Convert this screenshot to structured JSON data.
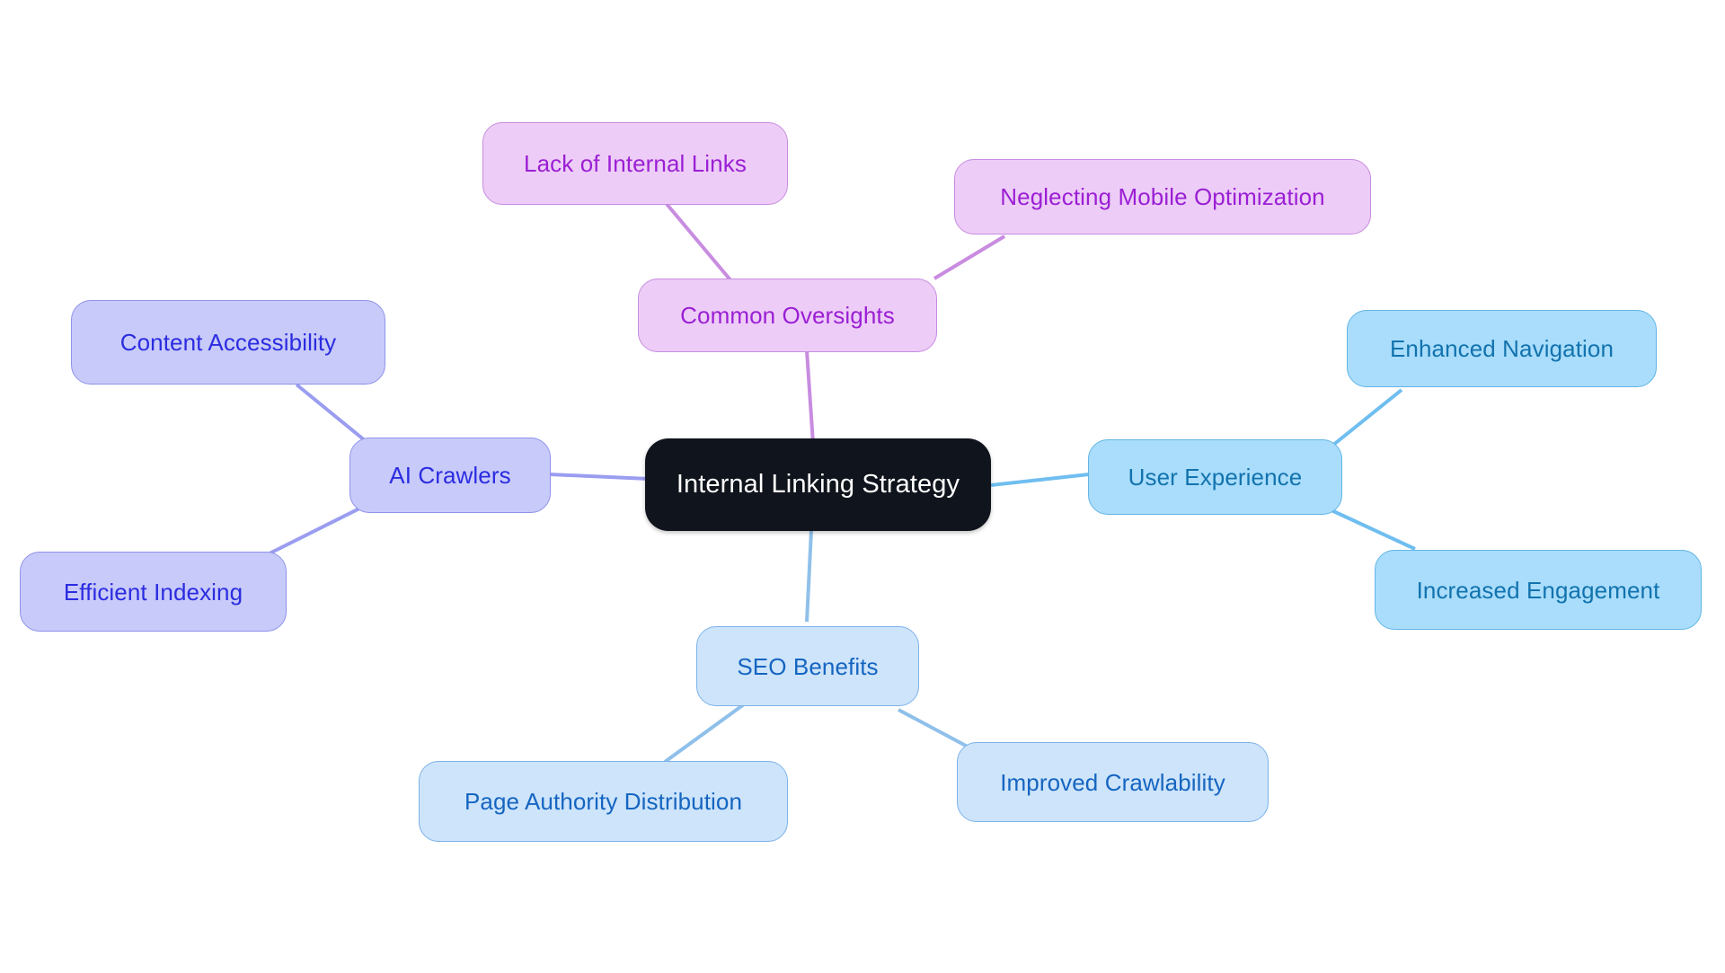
{
  "diagram": {
    "type": "mind-map",
    "title": "Internal Linking Strategy",
    "background": "#ffffff"
  },
  "palette": {
    "root_fill": "#10141c",
    "root_text": "#ffffff",
    "oversights_fill": "#edcdf7",
    "oversights_border": "#c88ce0",
    "oversights_text": "#9b1fd4",
    "crawlers_fill": "#c8caf9",
    "crawlers_border": "#8f93e8",
    "crawlers_text": "#2b2ce0",
    "ux_fill": "#a9ddfb",
    "ux_border": "#62b5e5",
    "ux_text": "#1273ae",
    "seo_fill": "#cde4fb",
    "seo_border": "#7db2e8",
    "seo_text": "#1565c0"
  },
  "nodes": {
    "root": {
      "label": "Internal Linking Strategy"
    },
    "oversights": {
      "label": "Common Oversights"
    },
    "oversights_children": [
      {
        "label": "Lack of Internal Links"
      },
      {
        "label": "Neglecting Mobile Optimization"
      }
    ],
    "crawlers": {
      "label": "AI Crawlers"
    },
    "crawlers_children": [
      {
        "label": "Content Accessibility"
      },
      {
        "label": "Efficient Indexing"
      }
    ],
    "ux": {
      "label": "User Experience"
    },
    "ux_children": [
      {
        "label": "Enhanced Navigation"
      },
      {
        "label": "Increased Engagement"
      }
    ],
    "seo": {
      "label": "SEO Benefits"
    },
    "seo_children": [
      {
        "label": "Page Authority Distribution"
      },
      {
        "label": "Improved Crawlability"
      }
    ]
  },
  "edges": [
    {
      "from": "root",
      "to": "oversights",
      "color": "#c88ce0"
    },
    {
      "from": "oversights",
      "to": "lack-of-internal-links",
      "color": "#c88ce0"
    },
    {
      "from": "oversights",
      "to": "neglecting-mobile-optimization",
      "color": "#c88ce0"
    },
    {
      "from": "root",
      "to": "crawlers",
      "color": "#9a9df0"
    },
    {
      "from": "crawlers",
      "to": "content-accessibility",
      "color": "#9a9df0"
    },
    {
      "from": "crawlers",
      "to": "efficient-indexing",
      "color": "#9a9df0"
    },
    {
      "from": "root",
      "to": "ux",
      "color": "#6fbef0"
    },
    {
      "from": "ux",
      "to": "enhanced-navigation",
      "color": "#6fbef0"
    },
    {
      "from": "ux",
      "to": "increased-engagement",
      "color": "#6fbef0"
    },
    {
      "from": "root",
      "to": "seo",
      "color": "#8fc0ea"
    },
    {
      "from": "seo",
      "to": "page-authority-distribution",
      "color": "#8fc0ea"
    },
    {
      "from": "seo",
      "to": "improved-crawlability",
      "color": "#8fc0ea"
    }
  ]
}
